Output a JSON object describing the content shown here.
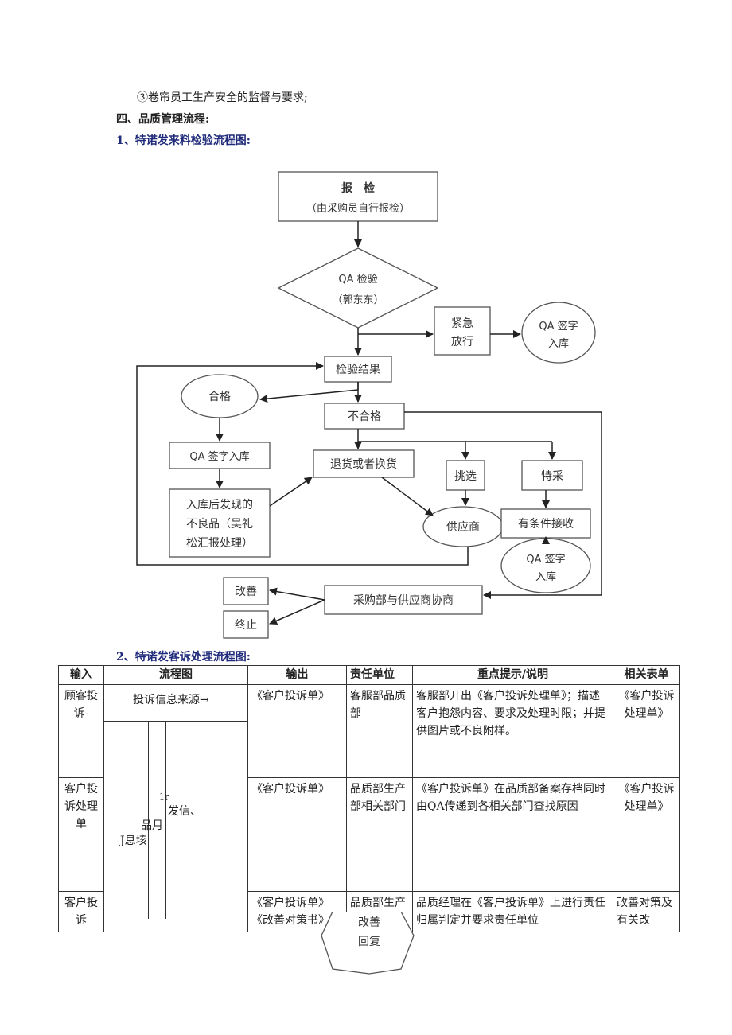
{
  "intro": {
    "item3": "③卷帘员工生产安全的监督与要求;",
    "section4": "四、品质管理流程:",
    "sub1": "1、特诺发来料检验流程图:",
    "sub2": "2、特诺发客诉处理流程图:"
  },
  "flow1": {
    "report_title": "报　检",
    "report_sub": "（由采购员自行报检）",
    "qa_check": "QA 检验",
    "qa_person": "（郭东东）",
    "urgent_1": "紧急",
    "urgent_2": "放行",
    "qa_sign_1a": "QA 签字",
    "qa_sign_1b": "入库",
    "result": "检验结果",
    "pass": "合格",
    "fail": "不合格",
    "qa_sign_in": "QA 签字入库",
    "return": "退货或者换货",
    "pick": "挑选",
    "special": "特采",
    "defect_1": "入库后发现的",
    "defect_2": "不良品（吴礼",
    "defect_3": "松汇报处理）",
    "supplier": "供应商",
    "conditional": "有条件接收",
    "qa_sign_2a": "QA 签字",
    "qa_sign_2b": "入库",
    "improve": "改善",
    "negotiate": "采购部与供应商协商",
    "terminate": "终止"
  },
  "table": {
    "headers": [
      "输入",
      "流程图",
      "输出",
      "责任单位",
      "重点提示/说明",
      "相关表单"
    ],
    "rows": [
      {
        "input": "顾客投诉-",
        "flow": "投诉信息来源→",
        "output": "《客户投诉单》",
        "unit": "客服部品质部",
        "note": "客服部开出《客户投诉处理单》；描述客户抱怨内容、要求及处理时限；并提供图片或不良附样。",
        "form": "《客户投诉处理单》"
      },
      {
        "input": "客户投诉处理单",
        "flow_a": "1r",
        "flow_b": "发信、",
        "flow_c": "品月",
        "flow_d": "J息垓",
        "output": "《客户投诉单》",
        "unit": "品质部生产部相关部门",
        "note": "《客户投诉单》在品质部备案存档同时由QA传递到各相关部门查找原因",
        "form": "《客户投诉处理单》"
      },
      {
        "input": "客户投诉",
        "output_1": "《客户投诉单》",
        "output_2": "《改善对策书》",
        "unit": "品质部生产部",
        "note": "品质经理在《客户投诉单》上进行责任归属判定并要求责任单位",
        "form": "改善对策及有关改"
      }
    ],
    "bottom_shape_1": "改善",
    "bottom_shape_2": "回复"
  }
}
